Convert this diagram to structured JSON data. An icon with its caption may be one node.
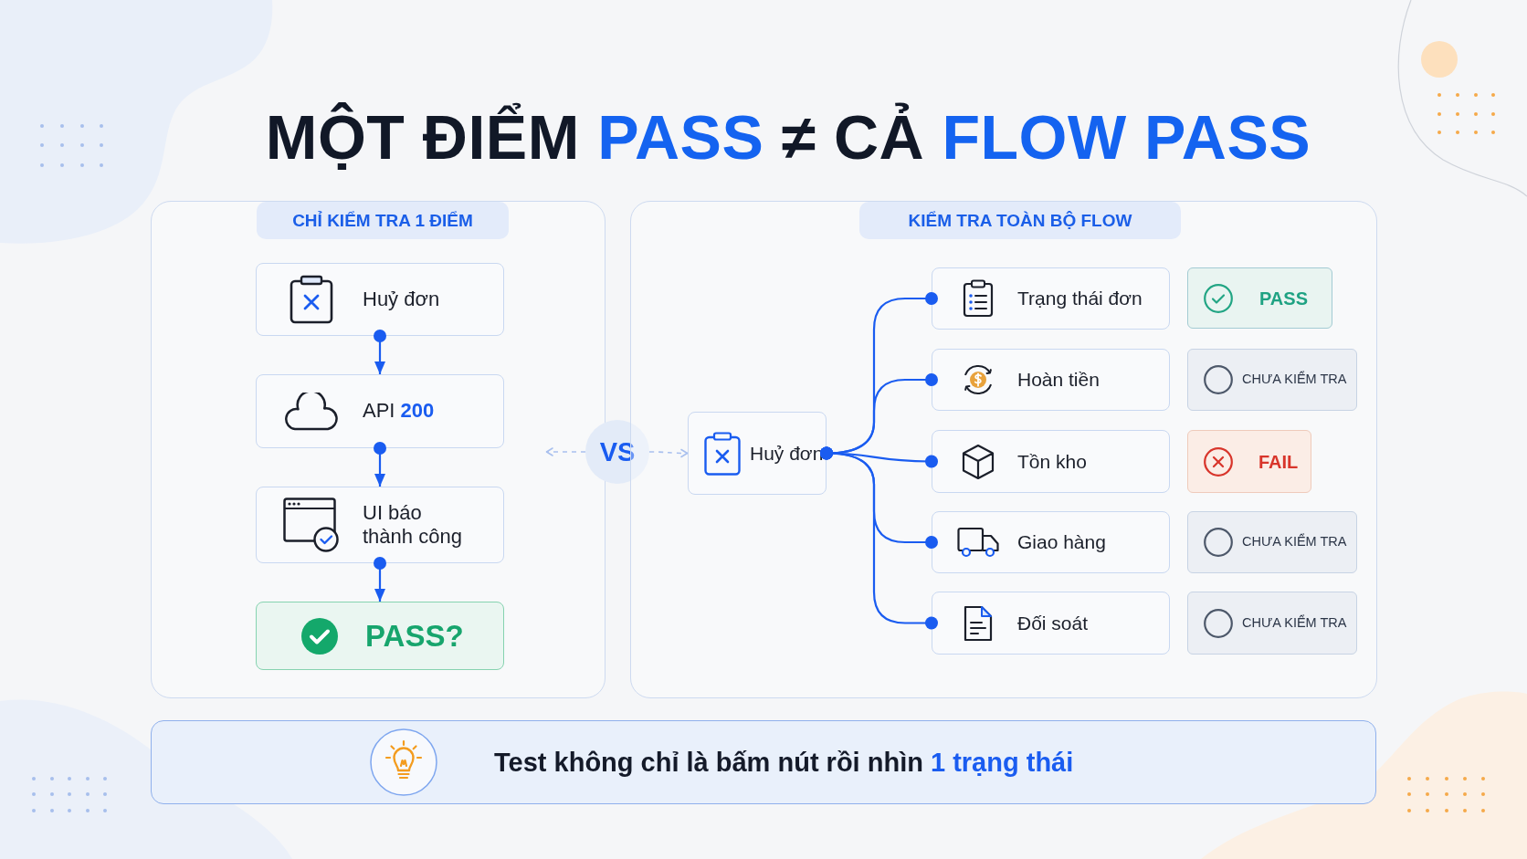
{
  "diagram": {
    "title": "MỘT ĐIỂM **PASS** ≠ CẢ **FLOW PASS**",
    "nodes": [
      {
        "text": [
          "CHỈ KIỂM TRA 1 ĐIỂM"
        ]
      },
      {
        "text": [
          "Huỷ đơn"
        ],
        "in": 0
      },
      {
        "text": [
          "API **200**"
        ],
        "in": 0
      },
      {
        "text": [
          "UI báo thành công"
        ],
        "in": 0
      },
      {
        "text": [
          "PASS?"
        ],
        "in": 0
      },
      {
        "text": [
          "VS"
        ]
      },
      {
        "text": [
          "KIỂM TRA TOÀN BỘ FLOW"
        ]
      },
      {
        "text": [
          "Huỷ đơn"
        ],
        "in": 6
      },
      {
        "text": [
          "Trạng thái đơn"
        ],
        "in": 6
      },
      {
        "text": [
          "PASS"
        ],
        "in": 6
      },
      {
        "text": [
          "Hoàn tiền"
        ],
        "in": 6
      },
      {
        "text": [
          "CHƯA KIỂM TRA"
        ],
        "in": 6
      },
      {
        "text": [
          "Tồn kho"
        ],
        "in": 6
      },
      {
        "text": [
          "FAIL"
        ],
        "in": 6
      },
      {
        "text": [
          "Giao hàng"
        ],
        "in": 6
      },
      {
        "text": [
          "CHƯA KIỂM TRA"
        ],
        "in": 6
      },
      {
        "text": [
          "Đối soát"
        ],
        "in": 6
      },
      {
        "text": [
          "CHƯA KIỂM TRA"
        ],
        "in": 6
      },
      {
        "text": [
          "Test không chỉ là bấm nút rồi nhìn **1 trạng thái**"
        ]
      }
    ],
    "edges": [
      {
        "from": 1,
        "to": 2,
        "arrow": "to"
      },
      {
        "from": 2,
        "to": 3,
        "arrow": "to"
      },
      {
        "from": 3,
        "to": 4,
        "arrow": "to"
      },
      {
        "from": 5,
        "to": null,
        "arrow": "to",
        "style": "dashed",
        "color": "#a9c0ee"
      },
      {
        "from": 5,
        "to": 7,
        "arrow": "to",
        "style": "dashed",
        "color": "#a9c0ee"
      },
      {
        "from": 7,
        "to": 8,
        "arrow": "other"
      },
      {
        "from": 7,
        "to": 10,
        "arrow": "other"
      },
      {
        "from": 7,
        "to": 12,
        "arrow": "other"
      },
      {
        "from": 7,
        "to": 14,
        "arrow": "other"
      },
      {
        "from": 7,
        "to": 16,
        "arrow": "other"
      }
    ]
  }
}
